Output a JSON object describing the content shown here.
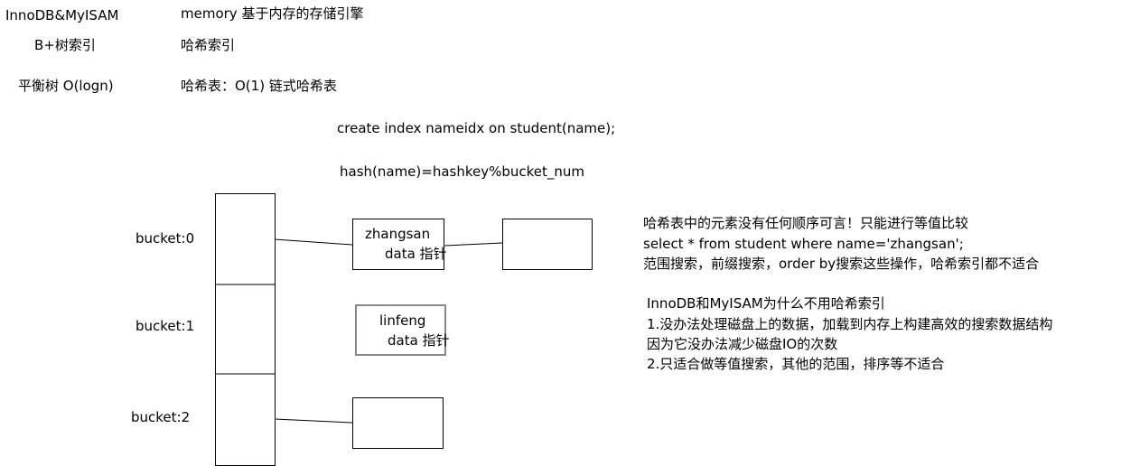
{
  "header": {
    "left": [
      "InnoDB&MyISAM",
      "B+树索引",
      "平衡树 O(logn)"
    ],
    "right": [
      "memory 基于内存的存储引擎",
      "哈希索引",
      "哈希表：O(1) 链式哈希表"
    ]
  },
  "code": {
    "create": "create index nameidx on student(name);",
    "hash": "hash(name)=hashkey%bucket_num"
  },
  "buckets": [
    "bucket:0",
    "bucket:1",
    "bucket:2"
  ],
  "nodes": {
    "zhangsan": {
      "name": "zhangsan",
      "data": "data  指针"
    },
    "linfeng": {
      "name": "linfeng",
      "data": "data  指针"
    }
  },
  "notes": {
    "block1": [
      "哈希表中的元素没有任何顺序可言！只能进行等值比较",
      "select * from student where name='zhangsan';",
      "范围搜索，前缀搜索，order by搜索这些操作，哈希索引都不适合"
    ],
    "block2": [
      "InnoDB和MyISAM为什么不用哈希索引",
      "1.没办法处理磁盘上的数据，加载到内存上构建高效的搜索数据结构",
      "因为它没办法减少磁盘IO的次数",
      "2.只适合做等值搜索，其他的范围，排序等不适合"
    ]
  }
}
